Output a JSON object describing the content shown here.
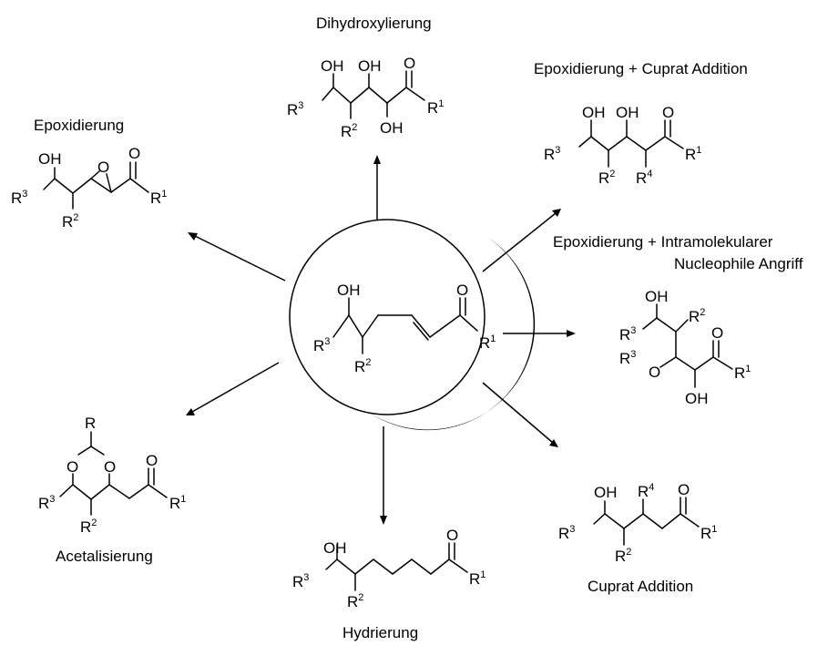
{
  "reactions": [
    {
      "id": "dihydroxylierung",
      "label": "Dihydroxylierung"
    },
    {
      "id": "epoxidierung",
      "label": "Epoxidierung"
    },
    {
      "id": "epoxidierung-cuprat",
      "label": "Epoxidierung + Cuprat Addition"
    },
    {
      "id": "epoxidierung-intramolekular",
      "label_line1": "Epoxidierung + Intramolekularer",
      "label_line2": "Nucleophile Angriff"
    },
    {
      "id": "acetalisierung",
      "label": "Acetalisierung"
    },
    {
      "id": "hydrierung",
      "label": "Hydrierung"
    },
    {
      "id": "cuprat-addition",
      "label": "Cuprat Addition"
    }
  ],
  "atoms": {
    "oh": "OH",
    "o": "O",
    "r": "R",
    "r_prefix": "R",
    "sup1": "1",
    "sup2": "2",
    "sup3": "3",
    "sup4": "4"
  }
}
